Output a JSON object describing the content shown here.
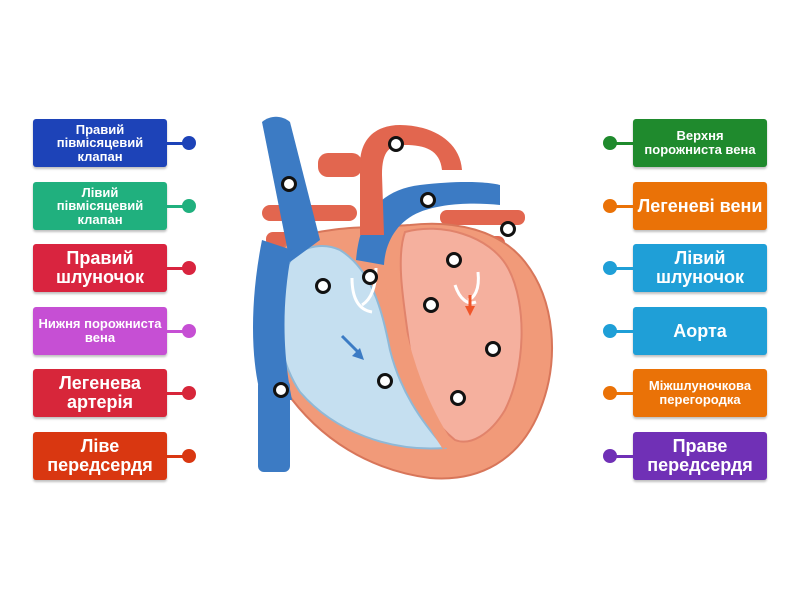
{
  "labels_left": [
    {
      "text": "Правий півмісяцевий клапан",
      "color": "#1d43b8"
    },
    {
      "text": "Лівий півмісяцевий клапан",
      "color": "#20b07e"
    },
    {
      "text": "Правий шлуночок",
      "color": "#d9243f"
    },
    {
      "text": "Нижня порожниста вена",
      "color": "#c64fd4"
    },
    {
      "text": "Легенева артерія",
      "color": "#d7263a"
    },
    {
      "text": "Ліве передсердя",
      "color": "#d93711"
    }
  ],
  "labels_right": [
    {
      "text": "Верхня порожниста вена",
      "color": "#1f8a2d"
    },
    {
      "text": "Легеневі вени",
      "color": "#ea7207"
    },
    {
      "text": "Лівий шлуночок",
      "color": "#1f9fd7"
    },
    {
      "text": "Аорта",
      "color": "#1f9fd7"
    },
    {
      "text": "Міжшлуночкова перегородка",
      "color": "#ea7207"
    },
    {
      "text": "Праве передсердя",
      "color": "#7030b6"
    }
  ],
  "colors": {
    "vein_blue": "#3c7bc4",
    "artery_red": "#e2664f",
    "muscle": "#f19a79",
    "right_chamber": "#c5dff0",
    "left_chamber": "#f5b09e"
  }
}
